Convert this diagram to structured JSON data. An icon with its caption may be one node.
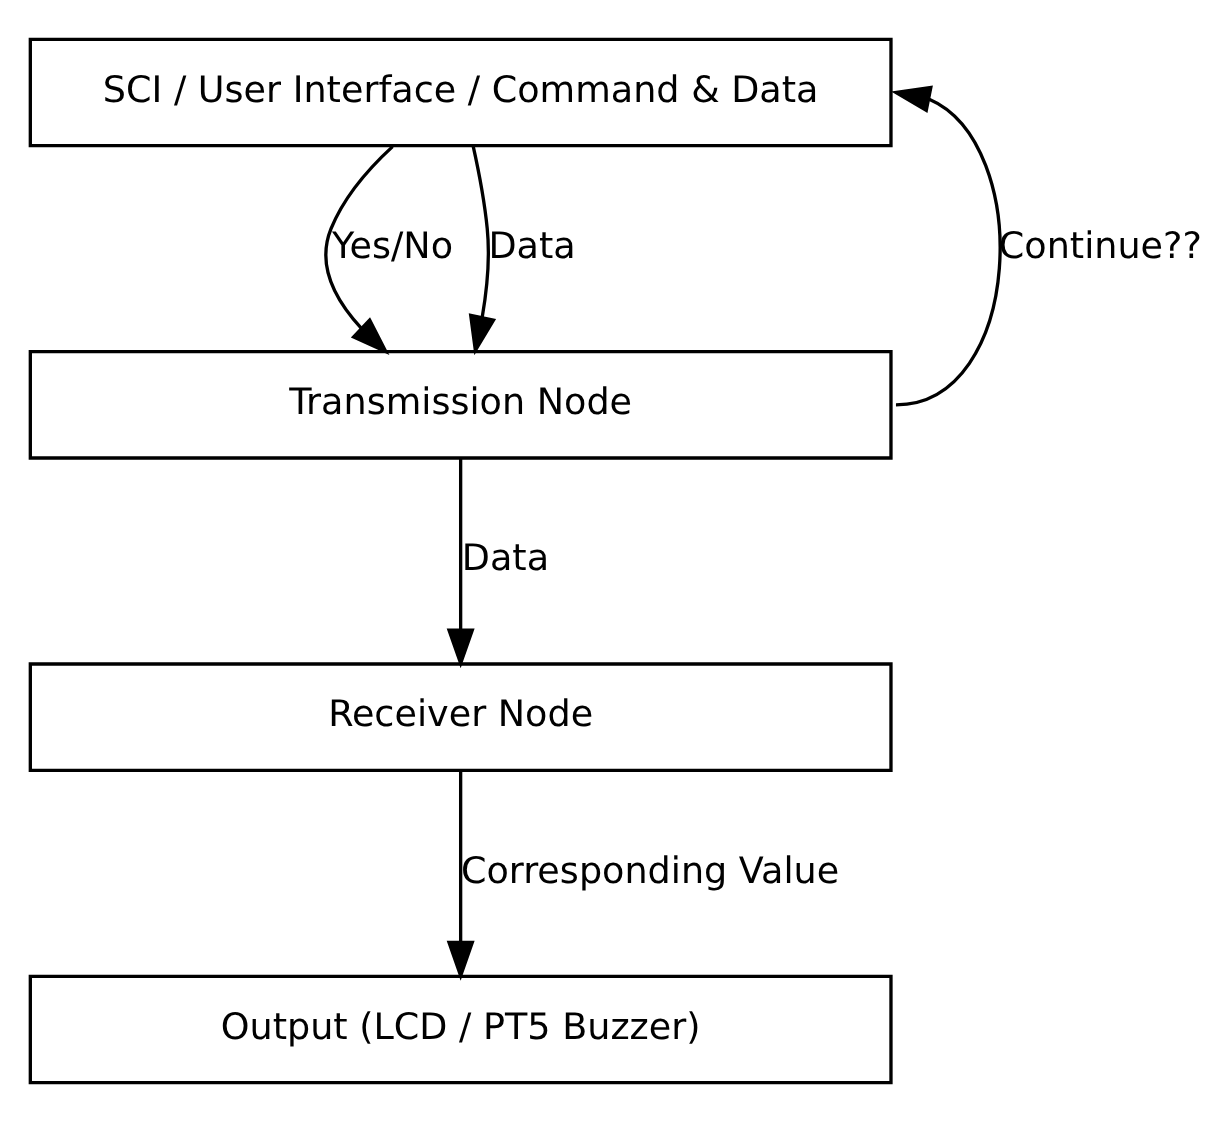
{
  "diagram": {
    "nodes": [
      {
        "text": [
          "SCI / User Interface / Command & Data"
        ]
      },
      {
        "text": [
          "Transmission Node"
        ]
      },
      {
        "text": [
          "Receiver Node"
        ]
      },
      {
        "text": [
          "Output (LCD / PT5 Buzzer)"
        ]
      }
    ],
    "edges": [
      {
        "from": 0,
        "to": 1,
        "arrow": "to",
        "label": "Yes/No"
      },
      {
        "from": 0,
        "to": 1,
        "arrow": "to",
        "label": "Data"
      },
      {
        "from": 1,
        "to": 0,
        "arrow": "to",
        "label": "Continue??"
      },
      {
        "from": 1,
        "to": 2,
        "arrow": "to",
        "label": "Data"
      },
      {
        "from": 2,
        "to": 3,
        "arrow": "to",
        "label": "Corresponding Value"
      }
    ]
  }
}
